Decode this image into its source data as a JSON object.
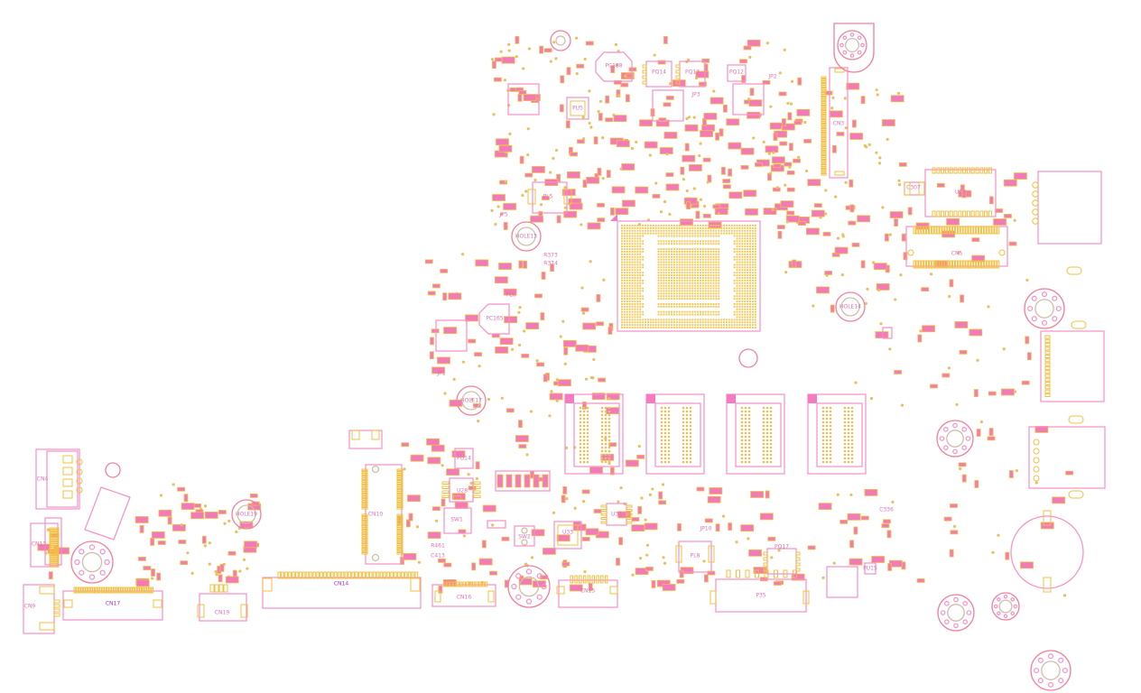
{
  "view": "pcb-boardview",
  "colors": {
    "outline": "#f78fc8",
    "pad": "#f2c040",
    "smd": "#f27ab8",
    "label": "#e070b8",
    "highlight": "#9b30e0"
  },
  "components": [
    {
      "ref": "CN14",
      "kind": "connector",
      "highlight": true
    },
    {
      "ref": "CN17",
      "kind": "connector",
      "highlight": true
    },
    {
      "ref": "CN19",
      "kind": "connector"
    },
    {
      "ref": "CN16",
      "kind": "connector"
    },
    {
      "ref": "CN15",
      "kind": "connector"
    },
    {
      "ref": "CN5",
      "kind": "connector"
    },
    {
      "ref": "CN13",
      "kind": "connector"
    },
    {
      "ref": "CN9",
      "kind": "connector"
    },
    {
      "ref": "CN3",
      "kind": "connector"
    },
    {
      "ref": "CN4",
      "kind": "connector"
    },
    {
      "ref": "CN10",
      "kind": "connector"
    },
    {
      "ref": "P35",
      "kind": "connector"
    },
    {
      "ref": "U20",
      "kind": "ic"
    },
    {
      "ref": "U28",
      "kind": "ic"
    },
    {
      "ref": "U31",
      "kind": "ic"
    },
    {
      "ref": "U33",
      "kind": "ic"
    },
    {
      "ref": "PU5",
      "kind": "ic"
    },
    {
      "ref": "PU14",
      "kind": "ic"
    },
    {
      "ref": "PU15",
      "kind": "ic"
    },
    {
      "ref": "PQ12",
      "kind": "mosfet"
    },
    {
      "ref": "PQ13",
      "kind": "mosfet"
    },
    {
      "ref": "PQ14",
      "kind": "mosfet"
    },
    {
      "ref": "PQ17",
      "kind": "mosfet"
    },
    {
      "ref": "PL5",
      "kind": "inductor"
    },
    {
      "ref": "PL6",
      "kind": "inductor"
    },
    {
      "ref": "PL8",
      "kind": "inductor"
    },
    {
      "ref": "PC188",
      "kind": "capacitor"
    },
    {
      "ref": "PC165",
      "kind": "capacitor"
    },
    {
      "ref": "C307",
      "kind": "capacitor"
    },
    {
      "ref": "C336",
      "kind": "capacitor"
    },
    {
      "ref": "C413",
      "kind": "capacitor"
    },
    {
      "ref": "R373",
      "kind": "resistor"
    },
    {
      "ref": "R374",
      "kind": "resistor"
    },
    {
      "ref": "R461",
      "kind": "resistor"
    },
    {
      "ref": "JP1",
      "kind": "jumper"
    },
    {
      "ref": "JP2",
      "kind": "jumper"
    },
    {
      "ref": "JP3",
      "kind": "jumper"
    },
    {
      "ref": "JP5",
      "kind": "jumper"
    },
    {
      "ref": "JP10",
      "kind": "jumper"
    },
    {
      "ref": "SW1",
      "kind": "switch"
    },
    {
      "ref": "SW2",
      "kind": "switch"
    },
    {
      "ref": "HOLE13",
      "kind": "hole"
    },
    {
      "ref": "HOLE14",
      "kind": "hole"
    },
    {
      "ref": "HOLE17",
      "kind": "hole"
    },
    {
      "ref": "HOLE19",
      "kind": "hole"
    }
  ]
}
